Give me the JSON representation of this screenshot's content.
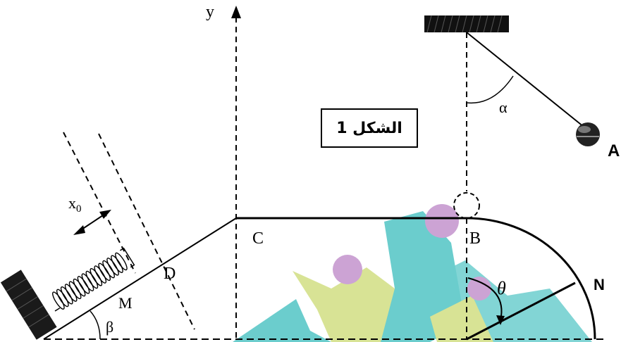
{
  "figure": {
    "caption": "الشكل 1",
    "labels": {
      "y_axis": "y",
      "alpha": "α",
      "ball_A": "A",
      "point_B": "B",
      "point_C": "C",
      "point_D": "D",
      "point_N": "N",
      "theta": "θ",
      "mass_M": "M",
      "beta": "β",
      "x0_main": "x",
      "x0_sub": "0"
    }
  },
  "colors": {
    "watermark_teal": "#5cc8c8",
    "watermark_green": "#d4e08a",
    "watermark_purple": "#c79ad0"
  }
}
